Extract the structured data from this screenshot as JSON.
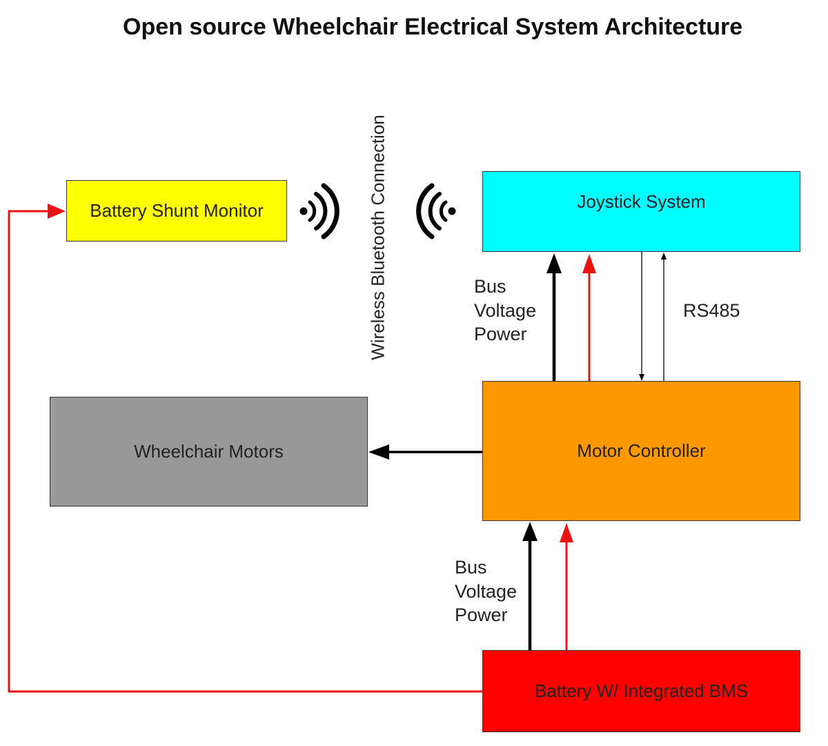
{
  "title": "Open source Wheelchair Electrical System Architecture",
  "blocks": {
    "battery_shunt_monitor": "Battery Shunt Monitor",
    "joystick_system": "Joystick System",
    "wheelchair_motors": "Wheelchair Motors",
    "motor_controller": "Motor Controller",
    "battery": "Battery W/ Integrated BMS"
  },
  "labels": {
    "wireless": "Wireless Bluetooth Connection",
    "bus_upper": [
      "Bus",
      "Voltage",
      "Power"
    ],
    "bus_lower": [
      "Bus",
      "Voltage",
      "Power"
    ],
    "rs485": "RS485"
  },
  "icons": {
    "signal_right": "wireless-signal-icon",
    "signal_left": "wireless-signal-icon"
  },
  "colors": {
    "shunt": "#ffff00",
    "joystick": "#00ffff",
    "motors": "#999999",
    "controller": "#ff9900",
    "battery": "#ff0000",
    "positive_wire": "#ee1111",
    "negative_wire": "#000000"
  }
}
